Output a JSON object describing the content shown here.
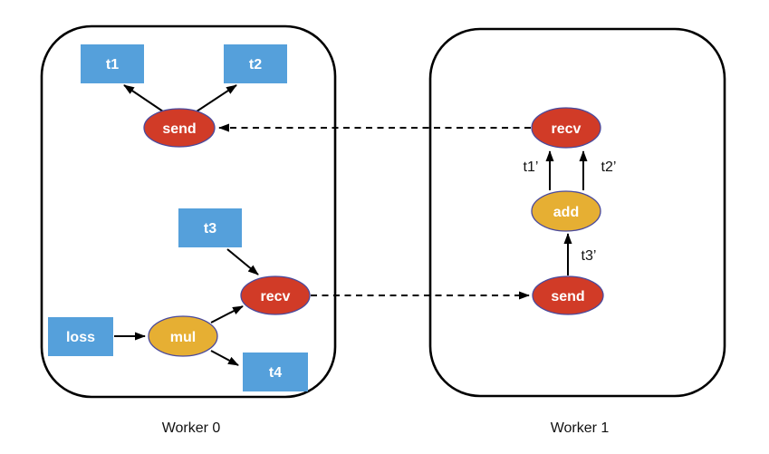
{
  "diagram": {
    "workers": [
      {
        "label": "Worker 0",
        "nodes": [
          {
            "id": "w0-t1",
            "label": "t1",
            "type": "tensor"
          },
          {
            "id": "w0-t2",
            "label": "t2",
            "type": "tensor"
          },
          {
            "id": "w0-send",
            "label": "send",
            "type": "comm"
          },
          {
            "id": "w0-t3",
            "label": "t3",
            "type": "tensor"
          },
          {
            "id": "w0-recv",
            "label": "recv",
            "type": "comm"
          },
          {
            "id": "w0-loss",
            "label": "loss",
            "type": "tensor"
          },
          {
            "id": "w0-mul",
            "label": "mul",
            "type": "op"
          },
          {
            "id": "w0-t4",
            "label": "t4",
            "type": "tensor"
          }
        ]
      },
      {
        "label": "Worker 1",
        "nodes": [
          {
            "id": "w1-recv",
            "label": "recv",
            "type": "comm"
          },
          {
            "id": "w1-add",
            "label": "add",
            "type": "op"
          },
          {
            "id": "w1-send",
            "label": "send",
            "type": "comm"
          }
        ]
      }
    ],
    "edges": [
      {
        "from": "w0-send",
        "to": "w0-t1",
        "style": "solid"
      },
      {
        "from": "w0-send",
        "to": "w0-t2",
        "style": "solid"
      },
      {
        "from": "w0-t3",
        "to": "w0-recv",
        "style": "solid"
      },
      {
        "from": "w0-loss",
        "to": "w0-mul",
        "style": "solid"
      },
      {
        "from": "w0-mul",
        "to": "w0-recv",
        "style": "solid"
      },
      {
        "from": "w0-mul",
        "to": "w0-t4",
        "style": "solid"
      },
      {
        "from": "w1-recv",
        "to": "w0-send",
        "style": "dashed"
      },
      {
        "from": "w0-recv",
        "to": "w1-send",
        "style": "dashed"
      },
      {
        "from": "w1-add",
        "to": "w1-recv",
        "style": "solid",
        "label": "t1’"
      },
      {
        "from": "w1-add",
        "to": "w1-recv",
        "style": "solid",
        "label": "t2’"
      },
      {
        "from": "w1-send",
        "to": "w1-add",
        "style": "solid",
        "label": "t3’"
      }
    ],
    "colors": {
      "tensor_fill": "#55a0db",
      "comm_fill": "#d13b27",
      "op_fill": "#e6af33",
      "node_stroke": "#4a4a9d",
      "line_color": "#000000",
      "boundary_stroke": "#000000",
      "label_color": "#111111",
      "node_text": "#ffffff"
    }
  }
}
